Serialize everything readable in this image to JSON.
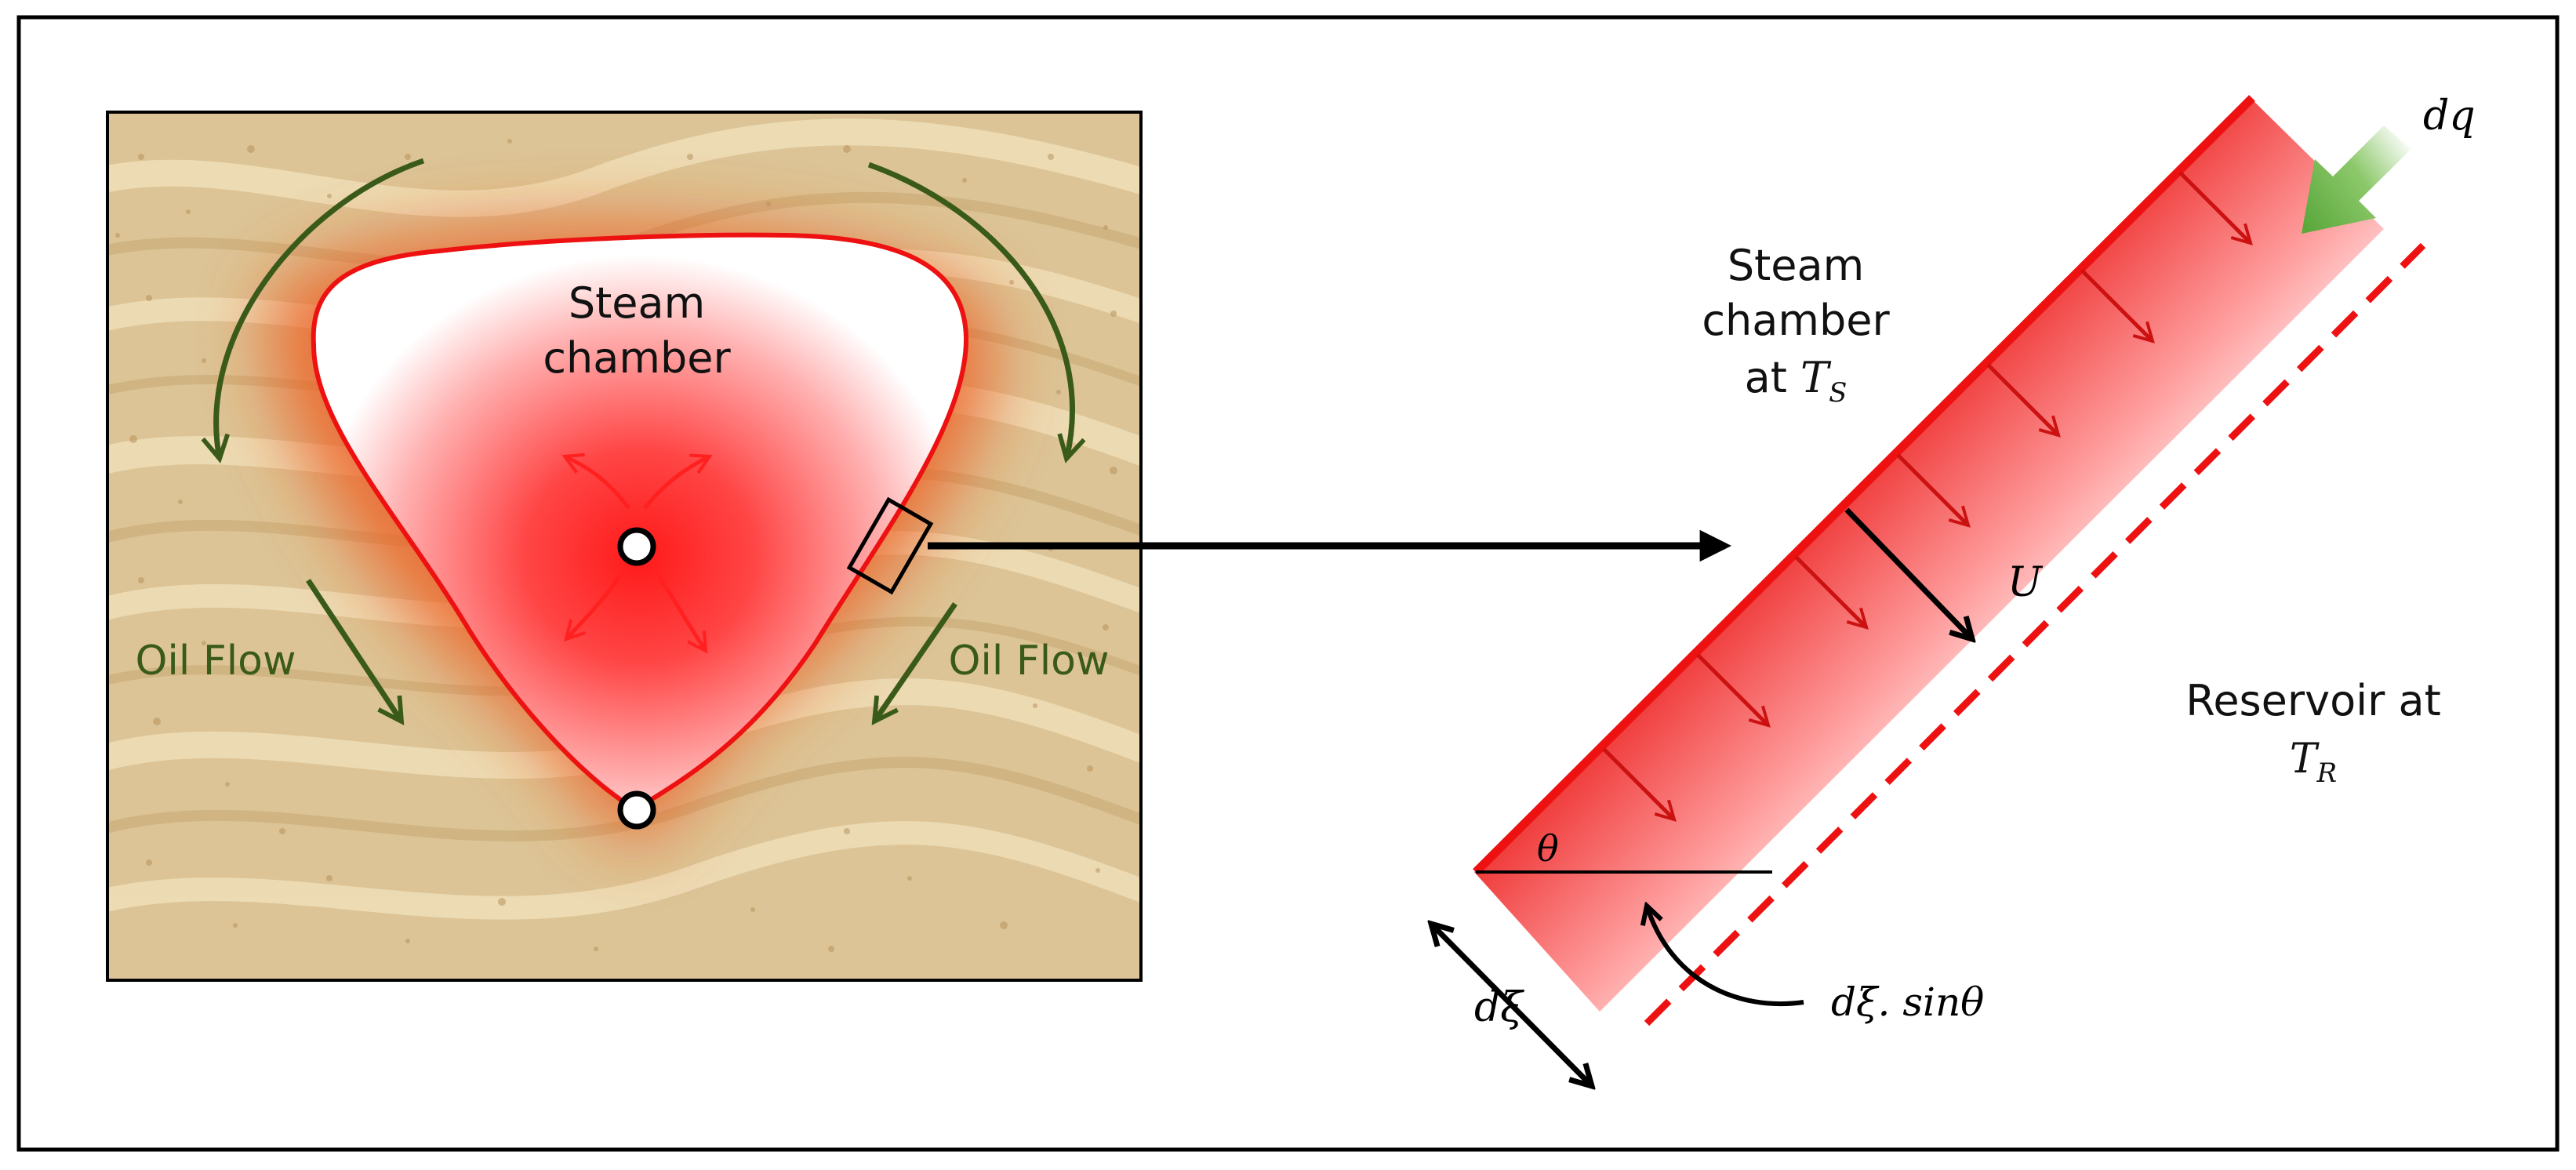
{
  "colors": {
    "steam_red": "#ee1111",
    "oil_green": "#3a5a1a",
    "sand": "#dcc496",
    "arrow_black": "#000000",
    "heat_green": "#6ab04c"
  },
  "left_panel": {
    "chamber_label_line1": "Steam",
    "chamber_label_line2": "chamber",
    "oil_flow_left": "Oil Flow",
    "oil_flow_right": "Oil Flow"
  },
  "right_panel": {
    "chamber_line1": "Steam",
    "chamber_line2": "chamber",
    "chamber_line3_prefix": "at ",
    "ts_symbol": "T",
    "ts_subscript": "S",
    "reservoir_line1": "Reservoir at",
    "tr_symbol": "T",
    "tr_subscript": "R",
    "heat_flux": "dq",
    "velocity": "U",
    "angle": "θ",
    "d_xi": "dξ",
    "d_xi_sin": "dξ. sinθ"
  }
}
